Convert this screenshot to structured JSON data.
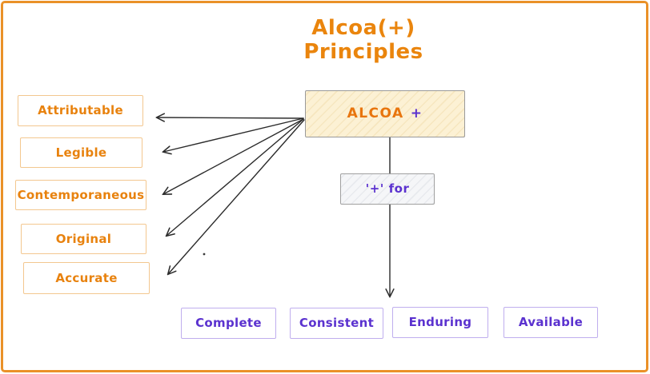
{
  "title": "Alcoa(+) Principles",
  "diagram": {
    "center_box": {
      "label": "ALCOA",
      "plus": "+"
    },
    "connector_box": {
      "label": "'+' for"
    },
    "left_items": [
      {
        "label": "Attributable"
      },
      {
        "label": "Legible"
      },
      {
        "label": "Contemporaneous"
      },
      {
        "label": "Original"
      },
      {
        "label": "Accurate"
      }
    ],
    "bottom_items": [
      {
        "label": "Complete"
      },
      {
        "label": "Consistent"
      },
      {
        "label": "Enduring"
      },
      {
        "label": "Available"
      }
    ]
  },
  "colors": {
    "orange_text": "#e8820e",
    "orange_box_border": "#f3c78f",
    "purple_text": "#5b32cf",
    "purple_box_border": "#bfaeee",
    "frame_border": "#ea9128",
    "center_box_fill": "#fcf1d4",
    "center_box_border": "#9a9a9a",
    "arrow_stroke": "#2b2b2b"
  }
}
